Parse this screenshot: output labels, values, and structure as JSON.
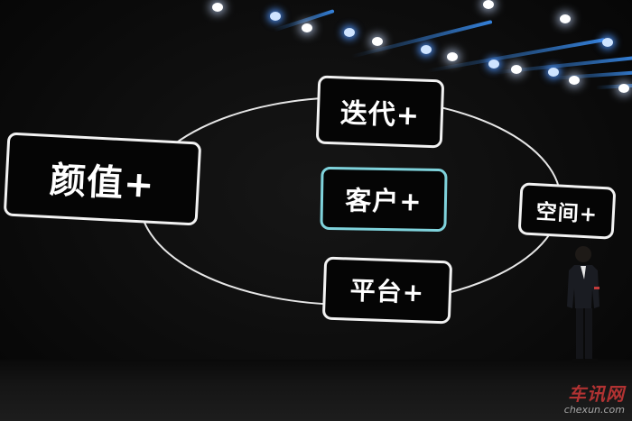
{
  "slide": {
    "pills": {
      "looks": "颜值+",
      "iteration": "迭代+",
      "customer": "客户+",
      "space": "空间+",
      "platform": "平台+"
    },
    "colors": {
      "pill_border": "#f2f2f2",
      "center_pill_border": "#7fd3dc",
      "background": "#0c0c0c",
      "beam_blue": "#3c96ff"
    }
  },
  "watermark": {
    "brand": "车讯网",
    "site": "chexun.com"
  }
}
